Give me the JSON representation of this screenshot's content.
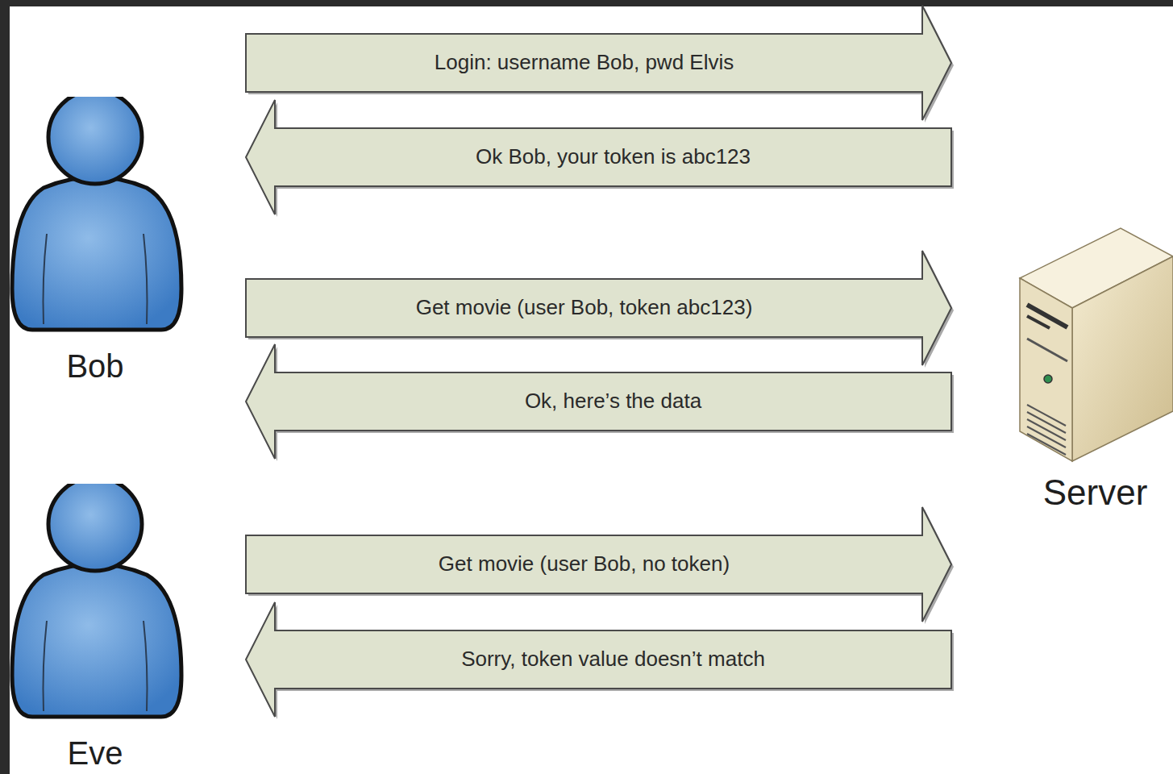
{
  "diagram": {
    "nodes": [
      {
        "text": [
          "Bob"
        ]
      },
      {
        "text": [
          "Server"
        ]
      },
      {
        "text": [
          "Eve"
        ]
      }
    ],
    "edges": [
      {
        "from": 0,
        "to": 1,
        "arrow": "to",
        "label": "Login: username Bob, pwd Elvis"
      },
      {
        "from": 1,
        "to": 0,
        "arrow": "to",
        "label": "Ok Bob, your token is abc123"
      },
      {
        "from": 0,
        "to": 1,
        "arrow": "to",
        "label": "Get movie (user Bob, token abc123)"
      },
      {
        "from": 1,
        "to": 0,
        "arrow": "to",
        "label": "Ok, here’s the data"
      },
      {
        "from": 2,
        "to": 1,
        "arrow": "to",
        "label": "Get movie (user Bob, no token)"
      },
      {
        "from": 1,
        "to": 2,
        "arrow": "to",
        "label": "Sorry, token value doesn’t match"
      }
    ]
  }
}
